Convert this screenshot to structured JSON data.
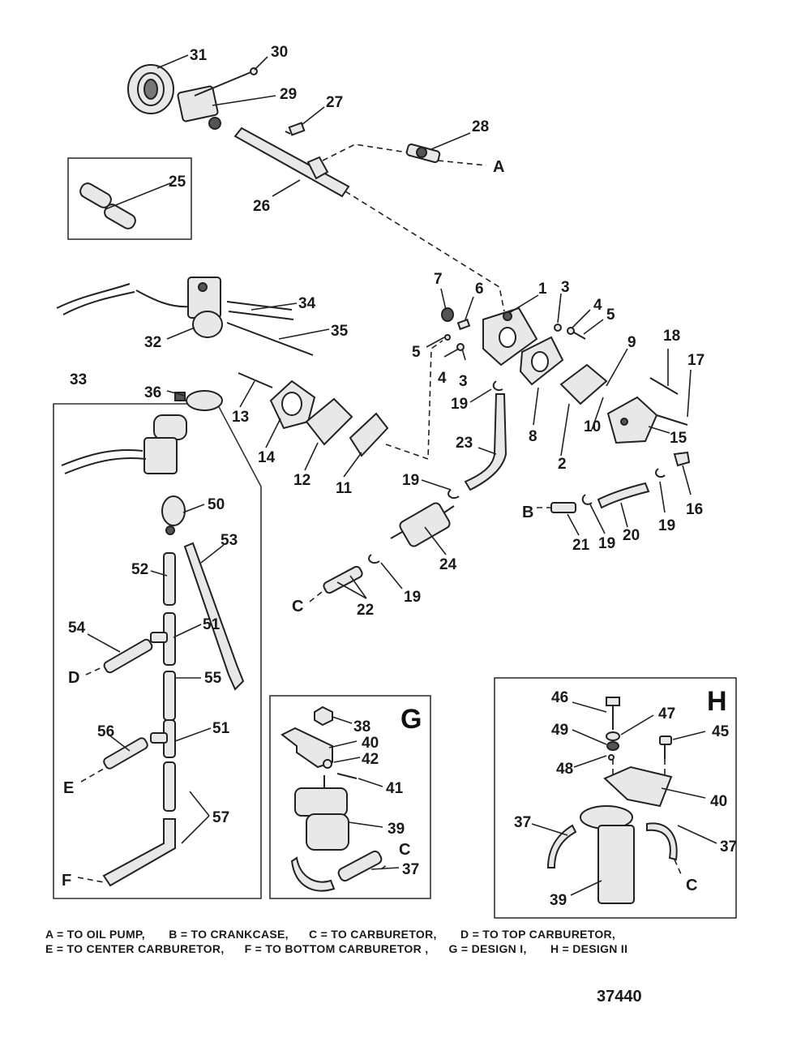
{
  "callouts": [
    {
      "id": "c31",
      "text": "31"
    },
    {
      "id": "c30",
      "text": "30"
    },
    {
      "id": "c29",
      "text": "29"
    },
    {
      "id": "c27",
      "text": "27"
    },
    {
      "id": "c28",
      "text": "28"
    },
    {
      "id": "c25",
      "text": "25"
    },
    {
      "id": "c26",
      "text": "26"
    },
    {
      "id": "c34",
      "text": "34"
    },
    {
      "id": "c32",
      "text": "32"
    },
    {
      "id": "c35",
      "text": "35"
    },
    {
      "id": "c33",
      "text": "33"
    },
    {
      "id": "c36",
      "text": "36"
    },
    {
      "id": "c13",
      "text": "13"
    },
    {
      "id": "c14",
      "text": "14"
    },
    {
      "id": "c12",
      "text": "12"
    },
    {
      "id": "c11",
      "text": "11"
    },
    {
      "id": "c7",
      "text": "7"
    },
    {
      "id": "c6",
      "text": "6"
    },
    {
      "id": "c1",
      "text": "1"
    },
    {
      "id": "c3a",
      "text": "3"
    },
    {
      "id": "c4a",
      "text": "4"
    },
    {
      "id": "c5a",
      "text": "5"
    },
    {
      "id": "c5b",
      "text": "5"
    },
    {
      "id": "c4b",
      "text": "4"
    },
    {
      "id": "c3b",
      "text": "3"
    },
    {
      "id": "c9",
      "text": "9"
    },
    {
      "id": "c18",
      "text": "18"
    },
    {
      "id": "c17",
      "text": "17"
    },
    {
      "id": "c19a",
      "text": "19"
    },
    {
      "id": "c8",
      "text": "8"
    },
    {
      "id": "c10",
      "text": "10"
    },
    {
      "id": "c2",
      "text": "2"
    },
    {
      "id": "c15",
      "text": "15"
    },
    {
      "id": "c23",
      "text": "23"
    },
    {
      "id": "c16",
      "text": "16"
    },
    {
      "id": "c19b",
      "text": "19"
    },
    {
      "id": "c19c",
      "text": "19"
    },
    {
      "id": "c21",
      "text": "21"
    },
    {
      "id": "c19d",
      "text": "19"
    },
    {
      "id": "c20",
      "text": "20"
    },
    {
      "id": "c24",
      "text": "24"
    },
    {
      "id": "c19e",
      "text": "19"
    },
    {
      "id": "c22",
      "text": "22"
    },
    {
      "id": "c50",
      "text": "50"
    },
    {
      "id": "c53",
      "text": "53"
    },
    {
      "id": "c52",
      "text": "52"
    },
    {
      "id": "c51a",
      "text": "51"
    },
    {
      "id": "c54",
      "text": "54"
    },
    {
      "id": "c55",
      "text": "55"
    },
    {
      "id": "c56",
      "text": "56"
    },
    {
      "id": "c51b",
      "text": "51"
    },
    {
      "id": "c57",
      "text": "57"
    },
    {
      "id": "c38",
      "text": "38"
    },
    {
      "id": "c40a",
      "text": "40"
    },
    {
      "id": "c42",
      "text": "42"
    },
    {
      "id": "c41",
      "text": "41"
    },
    {
      "id": "c39a",
      "text": "39"
    },
    {
      "id": "c37a",
      "text": "37"
    },
    {
      "id": "c46",
      "text": "46"
    },
    {
      "id": "c47",
      "text": "47"
    },
    {
      "id": "c49",
      "text": "49"
    },
    {
      "id": "c45",
      "text": "45"
    },
    {
      "id": "c48",
      "text": "48"
    },
    {
      "id": "c40b",
      "text": "40"
    },
    {
      "id": "c37b",
      "text": "37"
    },
    {
      "id": "c37c",
      "text": "37"
    },
    {
      "id": "c39b",
      "text": "39"
    }
  ],
  "destinations": [
    {
      "id": "dA",
      "text": "A"
    },
    {
      "id": "dB",
      "text": "B"
    },
    {
      "id": "dC1",
      "text": "C"
    },
    {
      "id": "dD",
      "text": "D"
    },
    {
      "id": "dE",
      "text": "E"
    },
    {
      "id": "dF",
      "text": "F"
    },
    {
      "id": "dC2",
      "text": "C"
    },
    {
      "id": "dC3",
      "text": "C"
    }
  ],
  "designs": {
    "g": "G",
    "h": "H"
  },
  "legend": {
    "line1": "A = TO OIL PUMP,       B = TO CRANKCASE,      C = TO CARBURETOR,       D = TO TOP CARBURETOR,",
    "line2": "E = TO CENTER CARBURETOR,      F = TO BOTTOM CARBURETOR ,      G = DESIGN I,       H = DESIGN II"
  },
  "figure_number": "37440"
}
